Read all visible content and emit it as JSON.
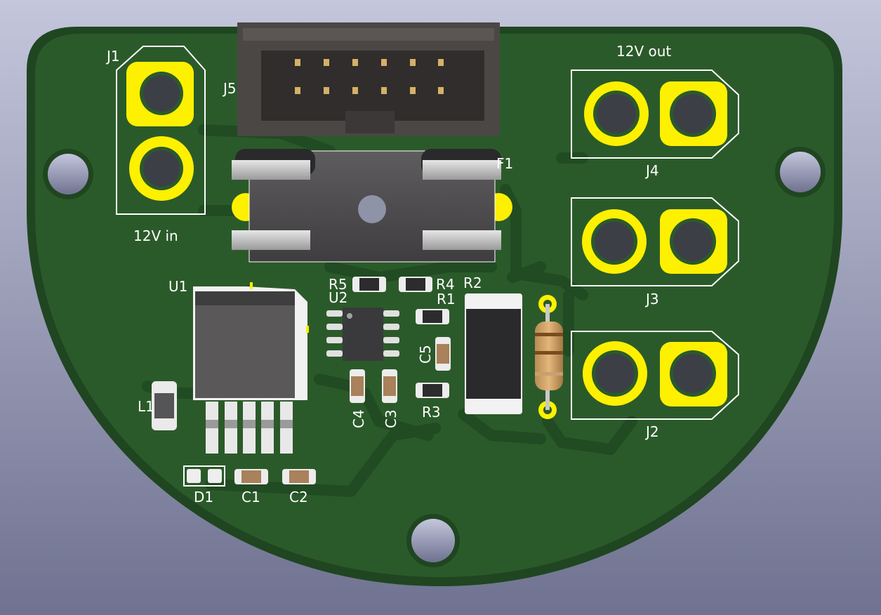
{
  "view": {
    "type": "3D PCB viewer render",
    "background_top": "#c4c6dc",
    "background_bottom": "#6f7290",
    "board_color": "#2b5a2a",
    "board_edge_color": "#1f4620",
    "pad_color": "#fdf000",
    "silkscreen_color": "#ffffff"
  },
  "labels": {
    "j1": "J1",
    "j5": "J5",
    "f1": "F1",
    "j4": "J4",
    "j3": "J3",
    "j2": "J2",
    "input_label": "12V in",
    "output_label": "12V out",
    "u1": "U1",
    "u2": "U2",
    "r1": "R1",
    "r2": "R2",
    "r3": "R3",
    "r4": "R4",
    "r5": "R5",
    "c1": "C1",
    "c2": "C2",
    "c3": "C3",
    "c4": "C4",
    "c5": "C5",
    "l1": "L1",
    "d1": "D1"
  },
  "icons": [
    "mounting-hole-icon",
    "header-pin-icon",
    "screw-terminal-pad-icon"
  ]
}
